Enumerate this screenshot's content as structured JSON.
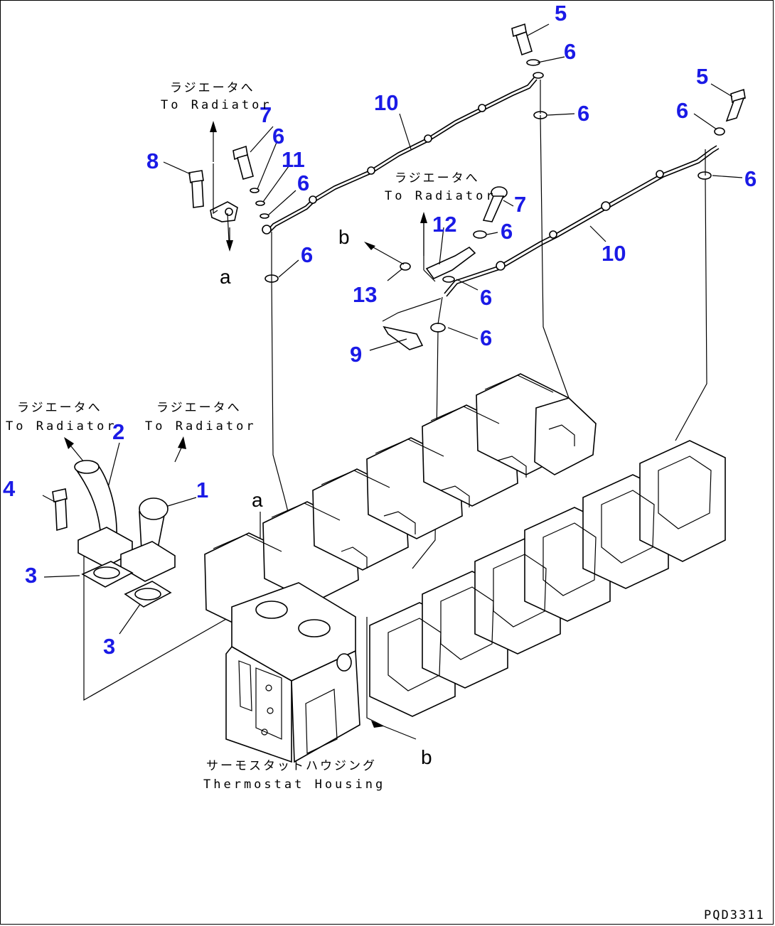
{
  "diagram": {
    "drawing_code": "PQD3311",
    "part_numbers": [
      {
        "key": "n1",
        "text": "1"
      },
      {
        "key": "n2",
        "text": "2"
      },
      {
        "key": "n3a",
        "text": "3"
      },
      {
        "key": "n3b",
        "text": "3"
      },
      {
        "key": "n4",
        "text": "4"
      },
      {
        "key": "n5a",
        "text": "5"
      },
      {
        "key": "n5b",
        "text": "5"
      },
      {
        "key": "n6a",
        "text": "6"
      },
      {
        "key": "n6b",
        "text": "6"
      },
      {
        "key": "n6c",
        "text": "6"
      },
      {
        "key": "n6d",
        "text": "6"
      },
      {
        "key": "n6e",
        "text": "6"
      },
      {
        "key": "n6f",
        "text": "6"
      },
      {
        "key": "n6g",
        "text": "6"
      },
      {
        "key": "n6h",
        "text": "6"
      },
      {
        "key": "n6i",
        "text": "6"
      },
      {
        "key": "n6j",
        "text": "6"
      },
      {
        "key": "n7a",
        "text": "7"
      },
      {
        "key": "n7b",
        "text": "7"
      },
      {
        "key": "n8",
        "text": "8"
      },
      {
        "key": "n9",
        "text": "9"
      },
      {
        "key": "n10a",
        "text": "10"
      },
      {
        "key": "n10b",
        "text": "10"
      },
      {
        "key": "n11",
        "text": "11"
      },
      {
        "key": "n12",
        "text": "12"
      },
      {
        "key": "n13",
        "text": "13"
      }
    ],
    "ref_letters": {
      "a_top": "a",
      "a_bottom": "a",
      "b_top": "b",
      "b_bottom": "b"
    },
    "callouts": {
      "radiator_top_jp": "ラジエータへ",
      "radiator_top_en": "To Radiator",
      "radiator_mid_jp": "ラジエータへ",
      "radiator_mid_en": "To Radiator",
      "radiator_left_jp": "ラジエータへ",
      "radiator_left_en": "To Radiator",
      "radiator_right_jp": "ラジエータへ",
      "radiator_right_en": "To Radiator",
      "housing_jp": "サーモスタットハウジング",
      "housing_en": "Thermostat Housing"
    },
    "colors": {
      "part_number": "#1a1ae6",
      "line": "#000000",
      "background": "#ffffff"
    }
  }
}
